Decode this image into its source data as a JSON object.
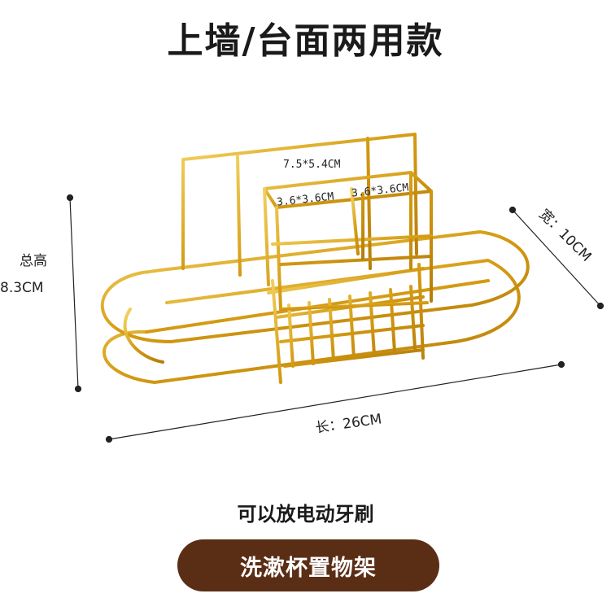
{
  "title": "上墙/台面两用款",
  "dimensions": {
    "height_label": "总高",
    "height_value": "8.3CM",
    "width_label": "宽：10CM",
    "length_label": "长：26CM"
  },
  "specs": {
    "top_compartment": "7.5*5.4CM",
    "left_hole": "3.6*3.6CM",
    "right_hole": "3.6*3.6CM"
  },
  "caption": "可以放电动牙刷",
  "product_button": "洗漱杯置物架",
  "colors": {
    "gold": "#d8a21a",
    "gold_light": "#f3cf58",
    "pill": "#5a2d15"
  }
}
